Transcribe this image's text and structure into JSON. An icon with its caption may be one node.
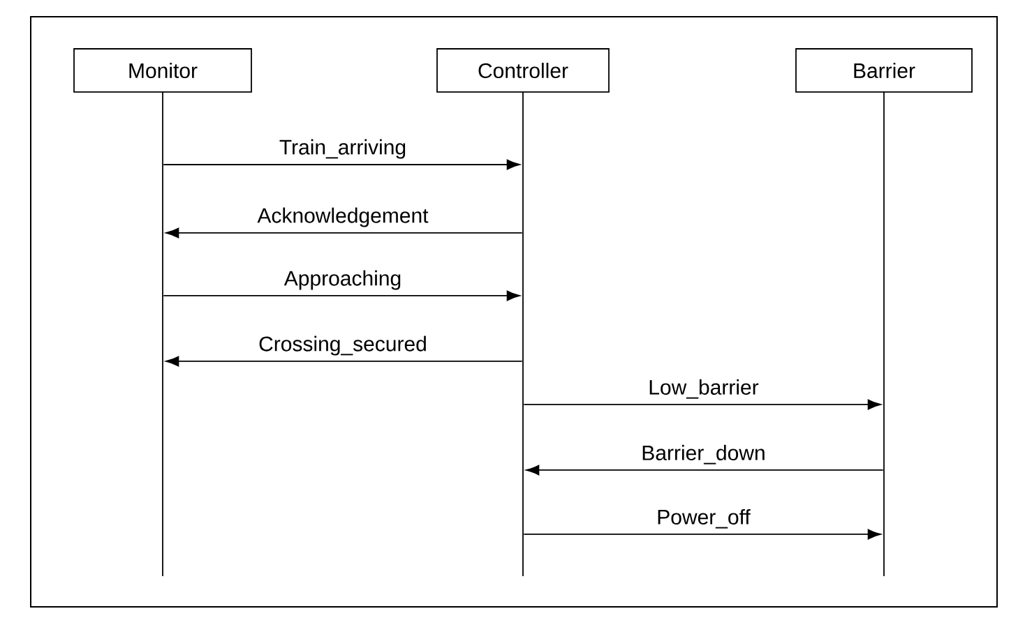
{
  "diagram": {
    "nodes": [
      {
        "text": [
          "Monitor"
        ]
      },
      {
        "text": [
          "Controller"
        ]
      },
      {
        "text": [
          "Barrier"
        ]
      },
      {
        "text": [],
        "shape": "line"
      },
      {
        "text": [],
        "shape": "line"
      },
      {
        "text": [],
        "shape": "line"
      }
    ],
    "edges": [
      {
        "from": 3,
        "to": 4,
        "arrow": "to",
        "label": "Train_arriving"
      },
      {
        "from": 4,
        "to": 3,
        "arrow": "to",
        "label": "Acknowledgement"
      },
      {
        "from": 3,
        "to": 4,
        "arrow": "to",
        "label": "Approaching"
      },
      {
        "from": 4,
        "to": 3,
        "arrow": "to",
        "label": "Crossing_secured"
      },
      {
        "from": 4,
        "to": 5,
        "arrow": "to",
        "label": "Low_barrier"
      },
      {
        "from": 5,
        "to": 4,
        "arrow": "to",
        "label": "Barrier_down"
      },
      {
        "from": 4,
        "to": 5,
        "arrow": "to",
        "label": "Power_off"
      }
    ]
  }
}
